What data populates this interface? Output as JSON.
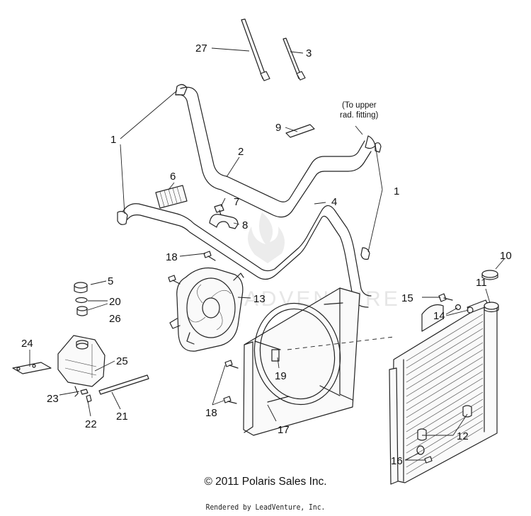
{
  "callouts": {
    "c27": "27",
    "c3": "3",
    "c9": "9",
    "c2": "2",
    "c1a": "1",
    "c1b": "1",
    "c6": "6",
    "c7": "7",
    "c4": "4",
    "c8": "8",
    "c18a": "18",
    "c5": "5",
    "c20": "20",
    "c26": "26",
    "c13": "13",
    "c10": "10",
    "c11": "11",
    "c15": "15",
    "c14": "14",
    "c24": "24",
    "c25": "25",
    "c19": "19",
    "c23": "23",
    "c22": "22",
    "c21": "21",
    "c18b": "18",
    "c17": "17",
    "c12": "12",
    "c16": "16"
  },
  "note": {
    "line1": "(To upper",
    "line2": "rad. fitting)"
  },
  "watermark": "LEADVENTURE",
  "footer": {
    "copyright": "© 2011 Polaris Sales Inc.",
    "rendered_by": "Rendered by LeadVenture, Inc."
  }
}
